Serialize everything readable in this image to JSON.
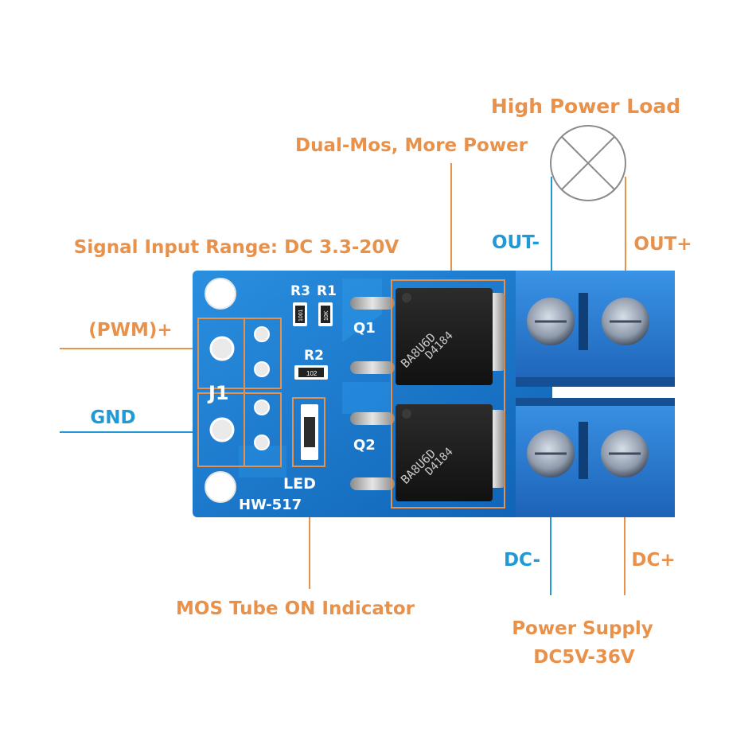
{
  "labels": {
    "high_power_load": "High Power Load",
    "dual_mos": "Dual-Mos, More Power",
    "signal_range": "Signal Input Range: DC 3.3-20V",
    "out_minus": "OUT-",
    "out_plus": "OUT+",
    "pwm_plus": "(PWM)+",
    "gnd": "GND",
    "dc_minus": "DC-",
    "dc_plus": "DC+",
    "mos_indicator": "MOS Tube ON Indicator",
    "power_supply": "Power Supply",
    "power_supply_range": "DC5V-36V"
  },
  "board": {
    "r3": "R3",
    "r1": "R1",
    "r2": "R2",
    "r1_code": "10K",
    "r3_code": "1001",
    "r2_code": "102",
    "q1": "Q1",
    "q2": "Q2",
    "j1": "J1",
    "led": "LED",
    "model": "HW-517",
    "mos_marking_top": "D4184",
    "mos_marking_bottom": "BA8U6D"
  },
  "colors": {
    "accent_orange": "#e8914a",
    "accent_blue": "#1f9ad6",
    "pcb_blue": "#1478c8",
    "terminal_blue": "#2a7fd0"
  }
}
